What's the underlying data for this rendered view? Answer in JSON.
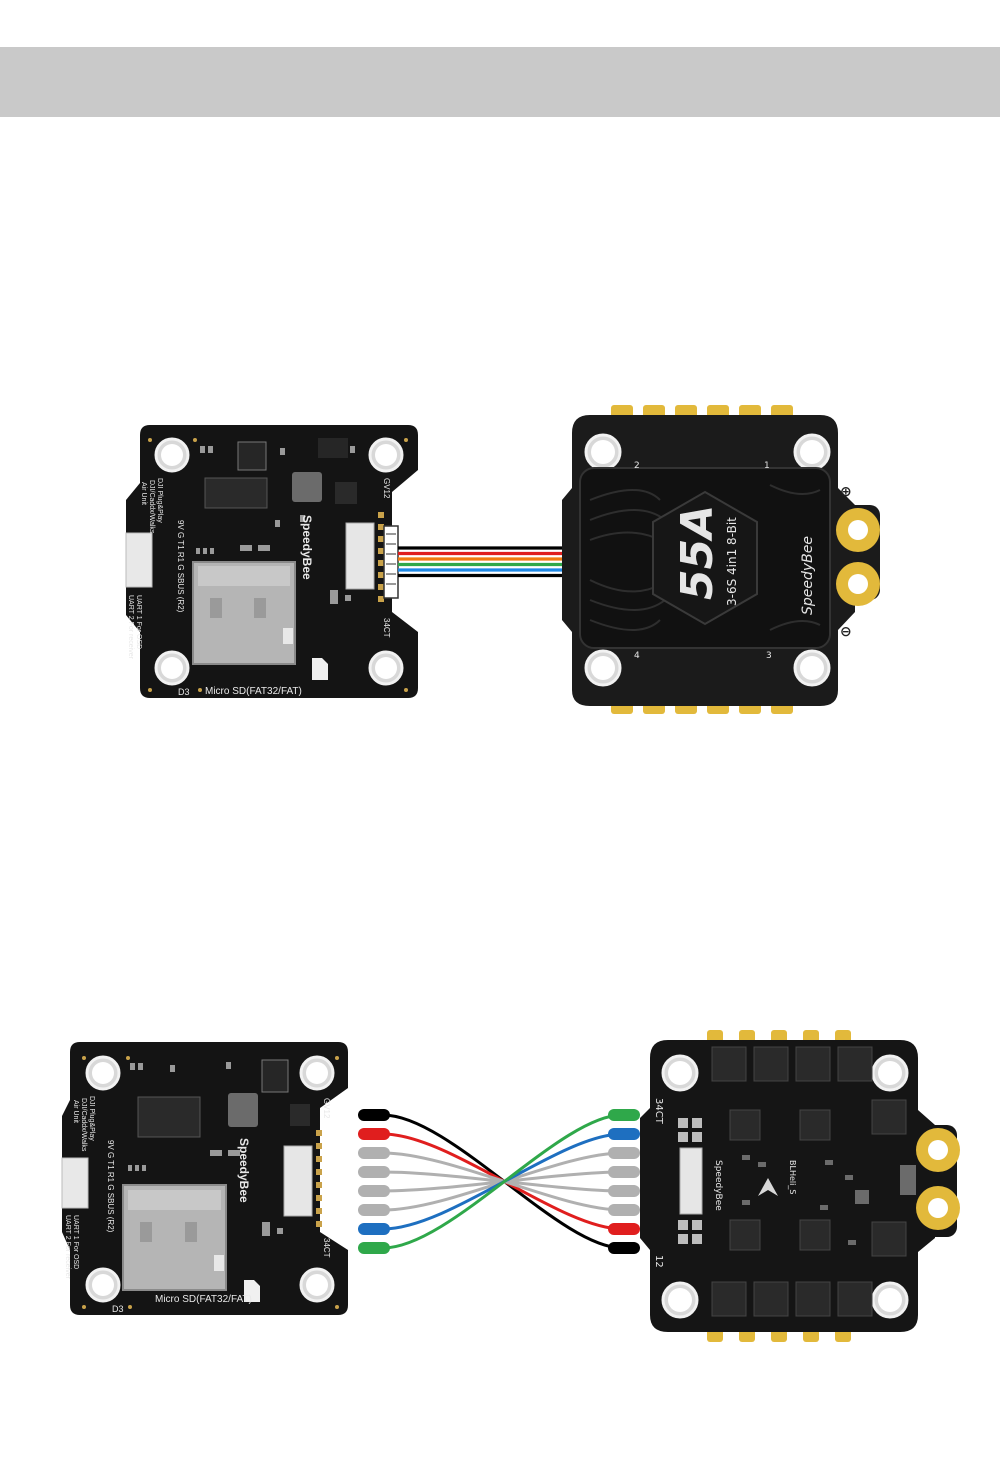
{
  "header_bar": {
    "color": "#c9c9c9"
  },
  "diagram1": {
    "fc": {
      "brand": "SpeedyBee",
      "sd_label": "Micro SD(FAT32/FAT)",
      "pad_labels": "9V  G  T1  R1  G  SBUS (R2)",
      "side_text_1": "DJI Plug&Play",
      "side_text_2": "DJI/Caddx/Walks",
      "side_text_3": "Air Unit",
      "uart_text_1": "UART 1 For OSD",
      "uart_text_2": "UART 2 For receiver",
      "conn_top": "GV12",
      "conn_bottom": "34CT",
      "led_text": "D3"
    },
    "esc": {
      "rating": "55A",
      "spec": "3-6S 4in1 8-Bit",
      "brand": "SpeedyBee",
      "plus": "⊕",
      "minus": "⊖",
      "motor_1": "1",
      "motor_2": "2",
      "motor_3": "3",
      "motor_4": "4"
    },
    "wire_colors": [
      "#000000",
      "#e01e1e",
      "#f07a10",
      "#2fa84a",
      "#1e88e5",
      "#000000"
    ]
  },
  "diagram2": {
    "fc": {
      "brand": "SpeedyBee",
      "sd_label": "Micro SD(FAT32/FAT)",
      "pad_labels": "9V  G  T1  R1  G  SBUS (R2)",
      "side_text_1": "DJI Plug&Play",
      "side_text_2": "DJI/Caddx/Walks",
      "side_text_3": "Air Unit",
      "uart_text_1": "UART 1 For OSD",
      "uart_text_2": "UART 2 For receiver",
      "conn_top": "GV12",
      "conn_bottom": "34CT",
      "led_text": "D3"
    },
    "esc": {
      "brand": "SpeedyBee",
      "label_top": "34CT",
      "label_bottom": "12",
      "chip_label": "BLHeli_S"
    },
    "left_wire_colors": [
      "#000000",
      "#e01e1e",
      "#b0b0b0",
      "#b0b0b0",
      "#b0b0b0",
      "#b0b0b0",
      "#1e6fc0",
      "#2fa84a"
    ],
    "right_wire_colors": [
      "#2fa84a",
      "#1e6fc0",
      "#b0b0b0",
      "#b0b0b0",
      "#b0b0b0",
      "#b0b0b0",
      "#e01e1e",
      "#000000"
    ]
  }
}
